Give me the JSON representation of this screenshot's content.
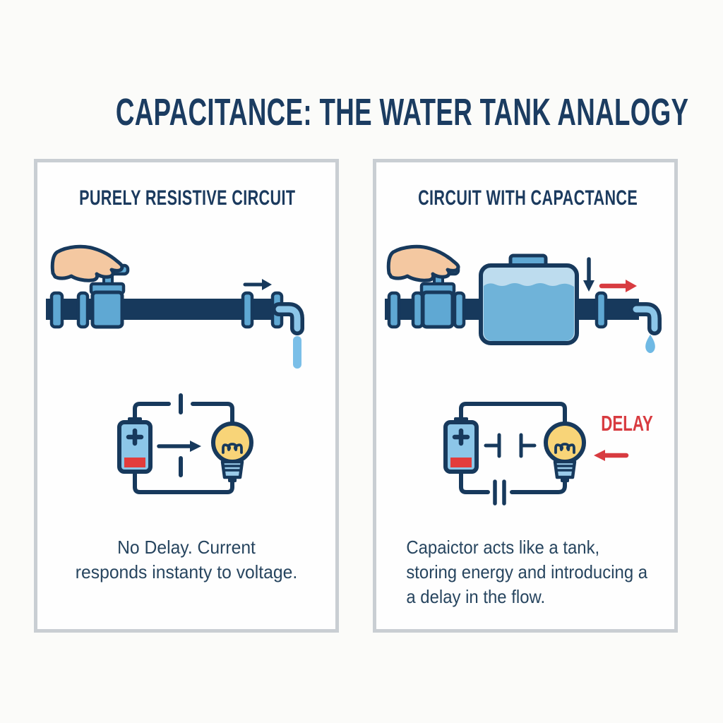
{
  "title": "CAPACITANCE: THE WATER TANK ANALOGY",
  "colors": {
    "navy": "#17395c",
    "mid_blue": "#5fa8d3",
    "light_blue": "#8cc6e8",
    "pale_blue": "#bddcee",
    "water_blue": "#6fb3d9",
    "drop_blue": "#6fb9e4",
    "bulb_yellow": "#f8d478",
    "skin": "#f4c8a1",
    "red": "#d83b40",
    "battery_red": "#e23c3c",
    "panel_border": "#c9ced3",
    "title_text": "#1b3c61",
    "caption_text": "#27455f"
  },
  "panels": [
    {
      "header": "PURELY RESISTIVE CIRCUIT",
      "caption_lines": [
        "No Delay. Current",
        "responds instanty to voltage."
      ],
      "icons": [
        "hand-valve-icon",
        "pipe-icon",
        "flow-arrow-icon",
        "spout-icon",
        "water-stream-icon",
        "battery-icon",
        "current-arrow-icon",
        "lightbulb-icon"
      ]
    },
    {
      "header": "CIRCUIT WITH CAPACTANCE",
      "delay_label": "DELAY",
      "caption_lines": [
        "Capaictor acts like a tank,",
        "storing energy and introducing a",
        "a delay in the flow."
      ],
      "icons": [
        "hand-valve-icon",
        "pipe-icon",
        "water-tank-icon",
        "down-arrow-icon",
        "red-flow-arrow-icon",
        "spout-icon",
        "water-drop-icon",
        "battery-icon",
        "capacitor-icon",
        "lightbulb-icon",
        "delay-arrow-icon"
      ]
    }
  ]
}
